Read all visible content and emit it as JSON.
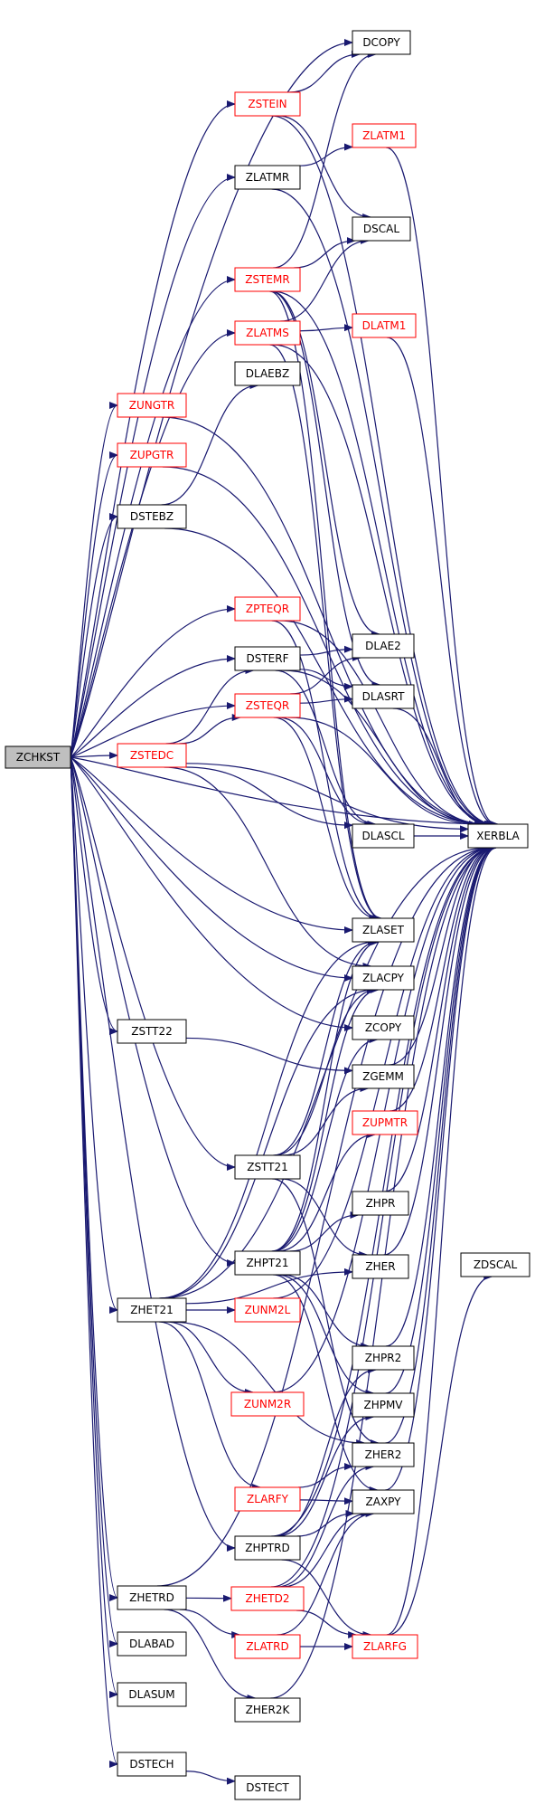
{
  "diagram": {
    "edge_color": "#191970",
    "colors": {
      "root_fill": "#bfbfbf",
      "node_fill": "#ffffff",
      "black_border": "#000000",
      "red_border": "#ff0000",
      "red_text": "#ff0000",
      "black_text": "#000000"
    },
    "nodes": [
      {
        "id": "ZCHKST",
        "label": "ZCHKST",
        "style": "root"
      },
      {
        "id": "DCOPY",
        "label": "DCOPY",
        "style": "black"
      },
      {
        "id": "ZSTEIN",
        "label": "ZSTEIN",
        "style": "red"
      },
      {
        "id": "ZLATMR",
        "label": "ZLATMR",
        "style": "black"
      },
      {
        "id": "ZLATM1",
        "label": "ZLATM1",
        "style": "red"
      },
      {
        "id": "DSCAL",
        "label": "DSCAL",
        "style": "black"
      },
      {
        "id": "ZSTEMR",
        "label": "ZSTEMR",
        "style": "red"
      },
      {
        "id": "ZLATMS",
        "label": "ZLATMS",
        "style": "red"
      },
      {
        "id": "DLATM1",
        "label": "DLATM1",
        "style": "red"
      },
      {
        "id": "ZUNGTR",
        "label": "ZUNGTR",
        "style": "red"
      },
      {
        "id": "ZUPGTR",
        "label": "ZUPGTR",
        "style": "red"
      },
      {
        "id": "DLAEBZ",
        "label": "DLAEBZ",
        "style": "black"
      },
      {
        "id": "DSTEBZ",
        "label": "DSTEBZ",
        "style": "black"
      },
      {
        "id": "ZPTEQR",
        "label": "ZPTEQR",
        "style": "red"
      },
      {
        "id": "DSTERF",
        "label": "DSTERF",
        "style": "black"
      },
      {
        "id": "DLAE2",
        "label": "DLAE2",
        "style": "black"
      },
      {
        "id": "ZSTEQR",
        "label": "ZSTEQR",
        "style": "red"
      },
      {
        "id": "DLASRT",
        "label": "DLASRT",
        "style": "black"
      },
      {
        "id": "ZSTEDC",
        "label": "ZSTEDC",
        "style": "red"
      },
      {
        "id": "DLASCL",
        "label": "DLASCL",
        "style": "black"
      },
      {
        "id": "XERBLA",
        "label": "XERBLA",
        "style": "black"
      },
      {
        "id": "ZLASET",
        "label": "ZLASET",
        "style": "black"
      },
      {
        "id": "ZLACPY",
        "label": "ZLACPY",
        "style": "black"
      },
      {
        "id": "ZSTT22",
        "label": "ZSTT22",
        "style": "black"
      },
      {
        "id": "ZCOPY",
        "label": "ZCOPY",
        "style": "black"
      },
      {
        "id": "ZGEMM",
        "label": "ZGEMM",
        "style": "black"
      },
      {
        "id": "ZUPMTR",
        "label": "ZUPMTR",
        "style": "red"
      },
      {
        "id": "ZSTT21",
        "label": "ZSTT21",
        "style": "black"
      },
      {
        "id": "ZHPR",
        "label": "ZHPR",
        "style": "black"
      },
      {
        "id": "ZHPT21",
        "label": "ZHPT21",
        "style": "black"
      },
      {
        "id": "ZHER",
        "label": "ZHER",
        "style": "black"
      },
      {
        "id": "ZDSCAL",
        "label": "ZDSCAL",
        "style": "black"
      },
      {
        "id": "ZHET21",
        "label": "ZHET21",
        "style": "black"
      },
      {
        "id": "ZUNM2L",
        "label": "ZUNM2L",
        "style": "red"
      },
      {
        "id": "ZHPR2",
        "label": "ZHPR2",
        "style": "black"
      },
      {
        "id": "ZUNM2R",
        "label": "ZUNM2R",
        "style": "red"
      },
      {
        "id": "ZHPMV",
        "label": "ZHPMV",
        "style": "black"
      },
      {
        "id": "ZHER2",
        "label": "ZHER2",
        "style": "black"
      },
      {
        "id": "ZLARFY",
        "label": "ZLARFY",
        "style": "red"
      },
      {
        "id": "ZAXPY",
        "label": "ZAXPY",
        "style": "black"
      },
      {
        "id": "ZHPTRD",
        "label": "ZHPTRD",
        "style": "black"
      },
      {
        "id": "ZHETRD",
        "label": "ZHETRD",
        "style": "black"
      },
      {
        "id": "ZHETD2",
        "label": "ZHETD2",
        "style": "red"
      },
      {
        "id": "ZLATRD",
        "label": "ZLATRD",
        "style": "red"
      },
      {
        "id": "ZLARFG",
        "label": "ZLARFG",
        "style": "red"
      },
      {
        "id": "DLABAD",
        "label": "DLABAD",
        "style": "black"
      },
      {
        "id": "DLASUM",
        "label": "DLASUM",
        "style": "black"
      },
      {
        "id": "ZHER2K",
        "label": "ZHER2K",
        "style": "black"
      },
      {
        "id": "DSTECH",
        "label": "DSTECH",
        "style": "black"
      },
      {
        "id": "DSTECT",
        "label": "DSTECT",
        "style": "black"
      }
    ],
    "edges": [
      [
        "ZCHKST",
        "DCOPY"
      ],
      [
        "ZCHKST",
        "ZSTEIN"
      ],
      [
        "ZCHKST",
        "ZLATMR"
      ],
      [
        "ZCHKST",
        "ZSTEMR"
      ],
      [
        "ZCHKST",
        "ZLATMS"
      ],
      [
        "ZCHKST",
        "ZUNGTR"
      ],
      [
        "ZCHKST",
        "ZUPGTR"
      ],
      [
        "ZCHKST",
        "DSTEBZ"
      ],
      [
        "ZCHKST",
        "ZPTEQR"
      ],
      [
        "ZCHKST",
        "DSTERF"
      ],
      [
        "ZCHKST",
        "ZSTEQR"
      ],
      [
        "ZCHKST",
        "ZSTEDC"
      ],
      [
        "ZCHKST",
        "XERBLA"
      ],
      [
        "ZCHKST",
        "ZLASET"
      ],
      [
        "ZCHKST",
        "ZLACPY"
      ],
      [
        "ZCHKST",
        "ZCOPY"
      ],
      [
        "ZCHKST",
        "ZSTT22"
      ],
      [
        "ZCHKST",
        "ZSTT21"
      ],
      [
        "ZCHKST",
        "ZHPT21"
      ],
      [
        "ZCHKST",
        "ZHET21"
      ],
      [
        "ZCHKST",
        "ZHPTRD"
      ],
      [
        "ZCHKST",
        "ZHETRD"
      ],
      [
        "ZCHKST",
        "DLABAD"
      ],
      [
        "ZCHKST",
        "DLASUM"
      ],
      [
        "ZCHKST",
        "DSTECH"
      ],
      [
        "ZSTEIN",
        "DCOPY"
      ],
      [
        "ZSTEIN",
        "DSCAL"
      ],
      [
        "ZSTEIN",
        "XERBLA"
      ],
      [
        "ZLATMR",
        "ZLATM1"
      ],
      [
        "ZLATMR",
        "XERBLA"
      ],
      [
        "ZLATM1",
        "XERBLA"
      ],
      [
        "ZSTEMR",
        "DCOPY"
      ],
      [
        "ZSTEMR",
        "DSCAL"
      ],
      [
        "ZSTEMR",
        "DLAE2"
      ],
      [
        "ZSTEMR",
        "DLASRT"
      ],
      [
        "ZSTEMR",
        "ZLASET"
      ],
      [
        "ZSTEMR",
        "XERBLA"
      ],
      [
        "ZLATMS",
        "DSCAL"
      ],
      [
        "ZLATMS",
        "DLATM1"
      ],
      [
        "ZLATMS",
        "ZLASET"
      ],
      [
        "ZLATMS",
        "XERBLA"
      ],
      [
        "DLATM1",
        "XERBLA"
      ],
      [
        "ZUNGTR",
        "XERBLA"
      ],
      [
        "ZUPGTR",
        "XERBLA"
      ],
      [
        "DSTEBZ",
        "DLAEBZ"
      ],
      [
        "DSTEBZ",
        "XERBLA"
      ],
      [
        "ZPTEQR",
        "XERBLA"
      ],
      [
        "ZPTEQR",
        "ZLASET"
      ],
      [
        "DSTERF",
        "DLAE2"
      ],
      [
        "DSTERF",
        "DLASRT"
      ],
      [
        "DSTERF",
        "DLASCL"
      ],
      [
        "DSTERF",
        "XERBLA"
      ],
      [
        "ZSTEQR",
        "DLAE2"
      ],
      [
        "ZSTEQR",
        "DLASRT"
      ],
      [
        "ZSTEQR",
        "DLASCL"
      ],
      [
        "ZSTEQR",
        "XERBLA"
      ],
      [
        "ZSTEQR",
        "ZLASET"
      ],
      [
        "ZSTEDC",
        "DSTERF"
      ],
      [
        "ZSTEDC",
        "ZSTEQR"
      ],
      [
        "ZSTEDC",
        "DLASCL"
      ],
      [
        "ZSTEDC",
        "XERBLA"
      ],
      [
        "ZSTEDC",
        "ZLACPY"
      ],
      [
        "DLASRT",
        "XERBLA"
      ],
      [
        "DLASCL",
        "XERBLA"
      ],
      [
        "ZSTT22",
        "ZGEMM"
      ],
      [
        "ZGEMM",
        "XERBLA"
      ],
      [
        "ZUPMTR",
        "XERBLA"
      ],
      [
        "ZSTT21",
        "ZLASET"
      ],
      [
        "ZSTT21",
        "ZLACPY"
      ],
      [
        "ZSTT21",
        "ZGEMM"
      ],
      [
        "ZSTT21",
        "ZHER"
      ],
      [
        "ZSTT21",
        "ZHER2"
      ],
      [
        "ZHPR",
        "XERBLA"
      ],
      [
        "ZHPT21",
        "ZLASET"
      ],
      [
        "ZHPT21",
        "ZLACPY"
      ],
      [
        "ZHPT21",
        "ZCOPY"
      ],
      [
        "ZHPT21",
        "ZUPMTR"
      ],
      [
        "ZHPT21",
        "ZHPR"
      ],
      [
        "ZHPT21",
        "ZHPR2"
      ],
      [
        "ZHPT21",
        "ZHPMV"
      ],
      [
        "ZHPT21",
        "ZAXPY"
      ],
      [
        "ZHER",
        "XERBLA"
      ],
      [
        "ZHET21",
        "ZLASET"
      ],
      [
        "ZHET21",
        "ZLACPY"
      ],
      [
        "ZHET21",
        "ZUNM2L"
      ],
      [
        "ZHET21",
        "ZUNM2R"
      ],
      [
        "ZHET21",
        "ZLARFY"
      ],
      [
        "ZHET21",
        "ZHER"
      ],
      [
        "ZHET21",
        "ZHER2"
      ],
      [
        "ZHET21",
        "XERBLA"
      ],
      [
        "ZUNM2L",
        "XERBLA"
      ],
      [
        "ZHPR2",
        "XERBLA"
      ],
      [
        "ZUNM2R",
        "XERBLA"
      ],
      [
        "ZHPMV",
        "XERBLA"
      ],
      [
        "ZHER2",
        "XERBLA"
      ],
      [
        "ZLARFY",
        "ZHER2"
      ],
      [
        "ZLARFY",
        "ZAXPY"
      ],
      [
        "ZAXPY",
        "XERBLA"
      ],
      [
        "ZHPTRD",
        "ZHPR2"
      ],
      [
        "ZHPTRD",
        "ZHPMV"
      ],
      [
        "ZHPTRD",
        "ZAXPY"
      ],
      [
        "ZHPTRD",
        "ZLARFG"
      ],
      [
        "ZHPTRD",
        "XERBLA"
      ],
      [
        "ZHETRD",
        "ZHETD2"
      ],
      [
        "ZHETRD",
        "ZLATRD"
      ],
      [
        "ZHETRD",
        "ZHER2K"
      ],
      [
        "ZHETRD",
        "XERBLA"
      ],
      [
        "ZHETD2",
        "ZHER2"
      ],
      [
        "ZHETD2",
        "ZAXPY"
      ],
      [
        "ZHETD2",
        "ZLARFG"
      ],
      [
        "ZHETD2",
        "XERBLA"
      ],
      [
        "ZLATRD",
        "ZAXPY"
      ],
      [
        "ZLATRD",
        "ZLARFG"
      ],
      [
        "ZLARFG",
        "ZDSCAL"
      ],
      [
        "ZLARFG",
        "XERBLA"
      ],
      [
        "ZHER2K",
        "XERBLA"
      ],
      [
        "DSTECH",
        "DSTECT"
      ]
    ]
  }
}
